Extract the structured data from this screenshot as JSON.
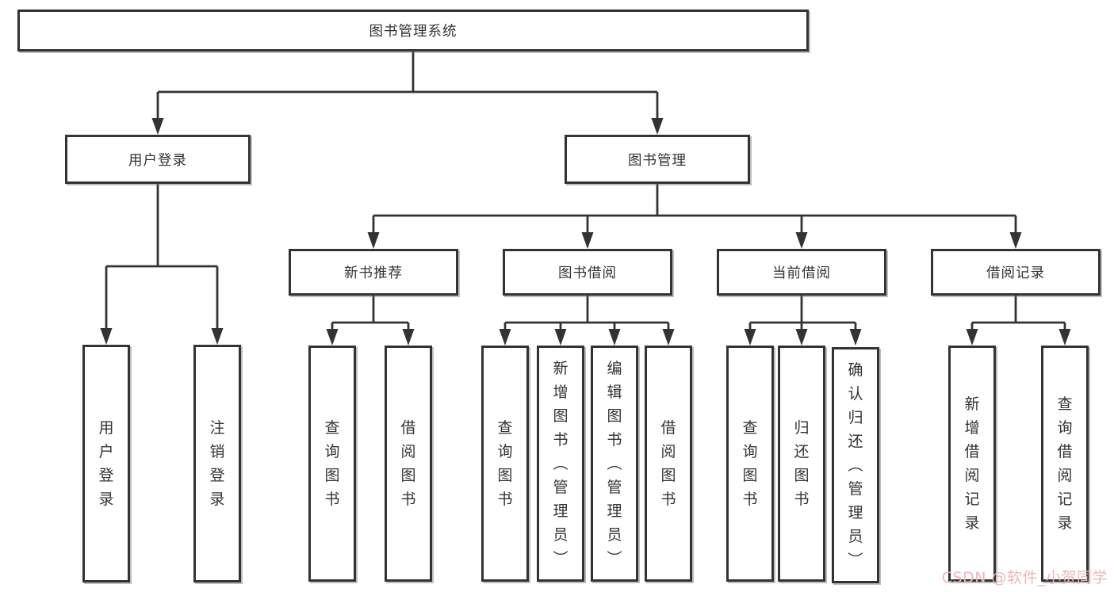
{
  "diagram": {
    "type": "hierarchy-tree",
    "nodes": {
      "root": {
        "label": "图书管理系统"
      },
      "user_login": {
        "label": "用户登录"
      },
      "book_management": {
        "label": "图书管理"
      },
      "new_book_recommend": {
        "label": "新书推荐"
      },
      "book_borrow": {
        "label": "图书借阅"
      },
      "current_borrow": {
        "label": "当前借阅"
      },
      "borrow_record": {
        "label": "借阅记录"
      },
      "user_login_leaf": {
        "label": "用户登录"
      },
      "logout_leaf": {
        "label": "注销登录"
      },
      "recommend_query_book": {
        "label": "查询图书"
      },
      "recommend_borrow_book": {
        "label": "借阅图书"
      },
      "borrow_query_book": {
        "label": "查询图书"
      },
      "borrow_add_book": {
        "label": "新增图书（管理员）"
      },
      "borrow_edit_book": {
        "label": "编辑图书（管理员）"
      },
      "borrow_borrow_book": {
        "label": "借阅图书"
      },
      "current_query_book": {
        "label": "查询图书"
      },
      "current_return_book": {
        "label": "归还图书"
      },
      "current_confirm_return": {
        "label": "确认归还（管理员）"
      },
      "record_add": {
        "label": "新增借阅记录"
      },
      "record_query": {
        "label": "查询借阅记录"
      }
    },
    "edges": [
      [
        "root",
        "user_login"
      ],
      [
        "root",
        "book_management"
      ],
      [
        "user_login",
        "user_login_leaf"
      ],
      [
        "user_login",
        "logout_leaf"
      ],
      [
        "book_management",
        "new_book_recommend"
      ],
      [
        "book_management",
        "book_borrow"
      ],
      [
        "book_management",
        "current_borrow"
      ],
      [
        "book_management",
        "borrow_record"
      ],
      [
        "new_book_recommend",
        "recommend_query_book"
      ],
      [
        "new_book_recommend",
        "recommend_borrow_book"
      ],
      [
        "book_borrow",
        "borrow_query_book"
      ],
      [
        "book_borrow",
        "borrow_add_book"
      ],
      [
        "book_borrow",
        "borrow_edit_book"
      ],
      [
        "book_borrow",
        "borrow_borrow_book"
      ],
      [
        "current_borrow",
        "current_query_book"
      ],
      [
        "current_borrow",
        "current_return_book"
      ],
      [
        "current_borrow",
        "current_confirm_return"
      ],
      [
        "borrow_record",
        "record_add"
      ],
      [
        "borrow_record",
        "record_query"
      ]
    ],
    "colors": {
      "line": "#333333",
      "box_border": "#333333",
      "box_fill": "#ffffff",
      "text": "#333333",
      "watermark": "#efb6ba",
      "background": "#ffffff"
    }
  },
  "watermark": {
    "text": "CSDN @软件_小贺同学"
  }
}
